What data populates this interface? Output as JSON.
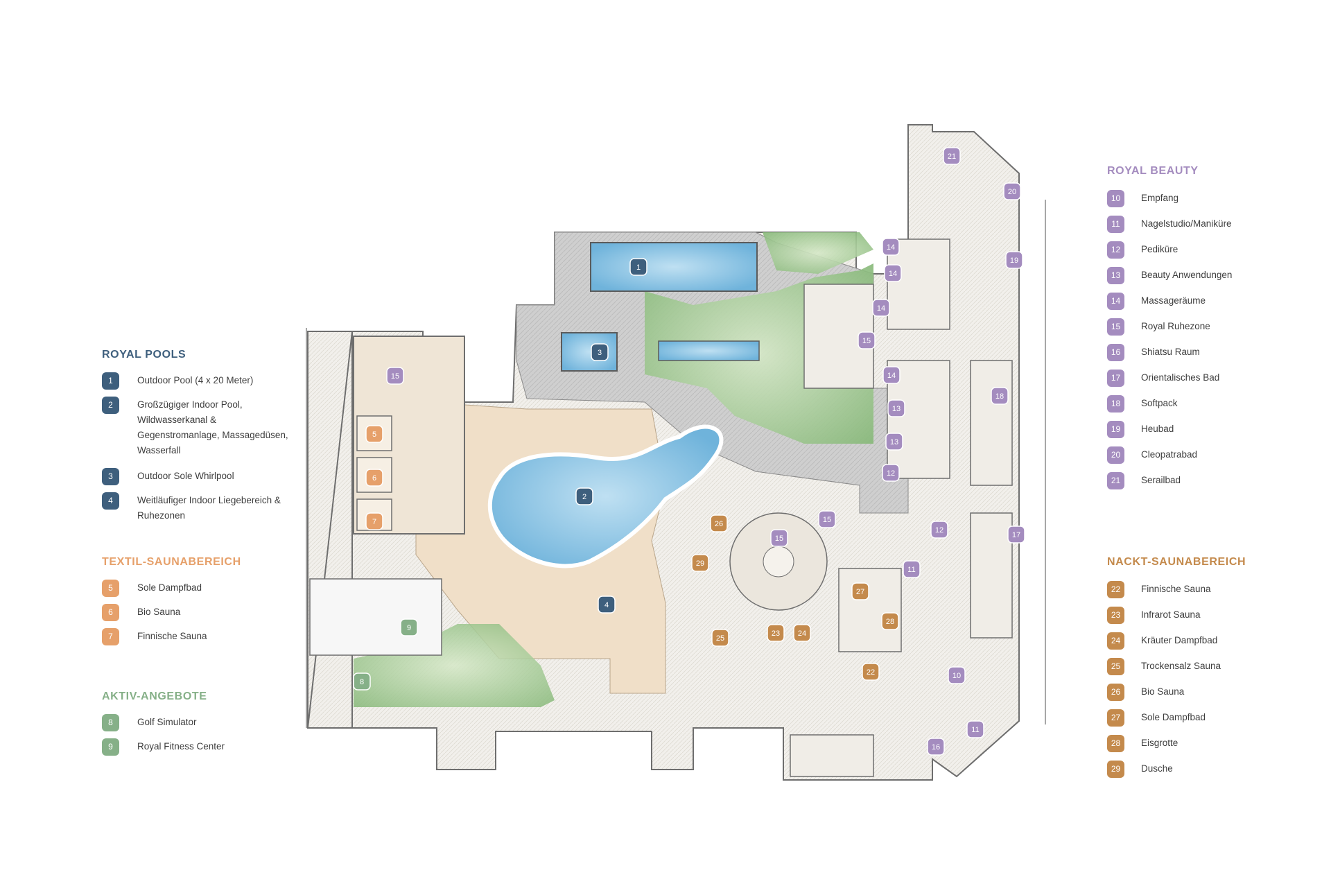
{
  "legend": {
    "royal_pools": {
      "heading": "ROYAL POOLS",
      "color": "#3e5f7d",
      "items": [
        {
          "number": "1",
          "label": "Outdoor Pool (4 x 20 Meter)"
        },
        {
          "number": "2",
          "label": "Großzügiger Indoor Pool, Wildwasserkanal & Gegenstromanlage, Massagedüsen, Wasserfall"
        },
        {
          "number": "3",
          "label": "Outdoor Sole Whirlpool"
        },
        {
          "number": "4",
          "label": "Weitläufiger Indoor Liegebereich & Ruhezonen"
        }
      ]
    },
    "textil_sauna": {
      "heading": "TEXTIL-SAUNABEREICH",
      "color": "#e6a06a",
      "items": [
        {
          "number": "5",
          "label": "Sole Dampfbad"
        },
        {
          "number": "6",
          "label": "Bio Sauna"
        },
        {
          "number": "7",
          "label": "Finnische Sauna"
        }
      ]
    },
    "aktiv": {
      "heading": "AKTIV-ANGEBOTE",
      "color": "#86b088",
      "items": [
        {
          "number": "8",
          "label": "Golf Simulator"
        },
        {
          "number": "9",
          "label": "Royal Fitness Center"
        }
      ]
    },
    "royal_beauty": {
      "heading": "ROYAL BEAUTY",
      "color": "#a48cbf",
      "items": [
        {
          "number": "10",
          "label": "Empfang"
        },
        {
          "number": "11",
          "label": "Nagelstudio/Maniküre"
        },
        {
          "number": "12",
          "label": "Pediküre"
        },
        {
          "number": "13",
          "label": "Beauty Anwendungen"
        },
        {
          "number": "14",
          "label": "Massageräume"
        },
        {
          "number": "15",
          "label": "Royal Ruhezone"
        },
        {
          "number": "16",
          "label": "Shiatsu Raum"
        },
        {
          "number": "17",
          "label": "Orientalisches Bad"
        },
        {
          "number": "18",
          "label": "Softpack"
        },
        {
          "number": "19",
          "label": "Heubad"
        },
        {
          "number": "20",
          "label": "Cleopatrabad"
        },
        {
          "number": "21",
          "label": "Serailbad"
        }
      ]
    },
    "nackt_sauna": {
      "heading": "NACKT-SAUNABEREICH",
      "color": "#c48a4c",
      "items": [
        {
          "number": "22",
          "label": "Finnische Sauna"
        },
        {
          "number": "23",
          "label": "Infrarot Sauna"
        },
        {
          "number": "24",
          "label": "Kräuter Dampfbad"
        },
        {
          "number": "25",
          "label": "Trockensalz Sauna"
        },
        {
          "number": "26",
          "label": "Bio Sauna"
        },
        {
          "number": "27",
          "label": "Sole Dampfbad"
        },
        {
          "number": "28",
          "label": "Eisgrotte"
        },
        {
          "number": "29",
          "label": "Dusche"
        }
      ]
    }
  },
  "map_colors": {
    "pools": "#3e5f7d",
    "textil": "#e6a06a",
    "aktiv": "#86b088",
    "beauty": "#a48cbf",
    "nackt": "#c48a4c",
    "water": "#8fc6e6",
    "garden": "#8fbf7e",
    "floor_light": "#eeeae2",
    "floor_warm": "#f0dfc8",
    "terrace_gray": "#c9c9c9",
    "wall": "#6e6e6e"
  },
  "map_markers": [
    {
      "number": "1",
      "group": "pools"
    },
    {
      "number": "2",
      "group": "pools"
    },
    {
      "number": "3",
      "group": "pools"
    },
    {
      "number": "4",
      "group": "pools"
    },
    {
      "number": "5",
      "group": "textil"
    },
    {
      "number": "6",
      "group": "textil"
    },
    {
      "number": "7",
      "group": "textil"
    },
    {
      "number": "8",
      "group": "aktiv"
    },
    {
      "number": "9",
      "group": "aktiv"
    },
    {
      "number": "10",
      "group": "beauty"
    },
    {
      "number": "11",
      "group": "beauty"
    },
    {
      "number": "11",
      "group": "beauty"
    },
    {
      "number": "12",
      "group": "beauty"
    },
    {
      "number": "12",
      "group": "beauty"
    },
    {
      "number": "13",
      "group": "beauty"
    },
    {
      "number": "13",
      "group": "beauty"
    },
    {
      "number": "14",
      "group": "beauty"
    },
    {
      "number": "14",
      "group": "beauty"
    },
    {
      "number": "14",
      "group": "beauty"
    },
    {
      "number": "14",
      "group": "beauty"
    },
    {
      "number": "15",
      "group": "beauty"
    },
    {
      "number": "15",
      "group": "beauty"
    },
    {
      "number": "15",
      "group": "beauty"
    },
    {
      "number": "15",
      "group": "beauty"
    },
    {
      "number": "16",
      "group": "beauty"
    },
    {
      "number": "17",
      "group": "beauty"
    },
    {
      "number": "18",
      "group": "beauty"
    },
    {
      "number": "19",
      "group": "beauty"
    },
    {
      "number": "20",
      "group": "beauty"
    },
    {
      "number": "21",
      "group": "beauty"
    },
    {
      "number": "22",
      "group": "nackt"
    },
    {
      "number": "23",
      "group": "nackt"
    },
    {
      "number": "24",
      "group": "nackt"
    },
    {
      "number": "25",
      "group": "nackt"
    },
    {
      "number": "26",
      "group": "nackt"
    },
    {
      "number": "27",
      "group": "nackt"
    },
    {
      "number": "28",
      "group": "nackt"
    },
    {
      "number": "29",
      "group": "nackt"
    }
  ]
}
